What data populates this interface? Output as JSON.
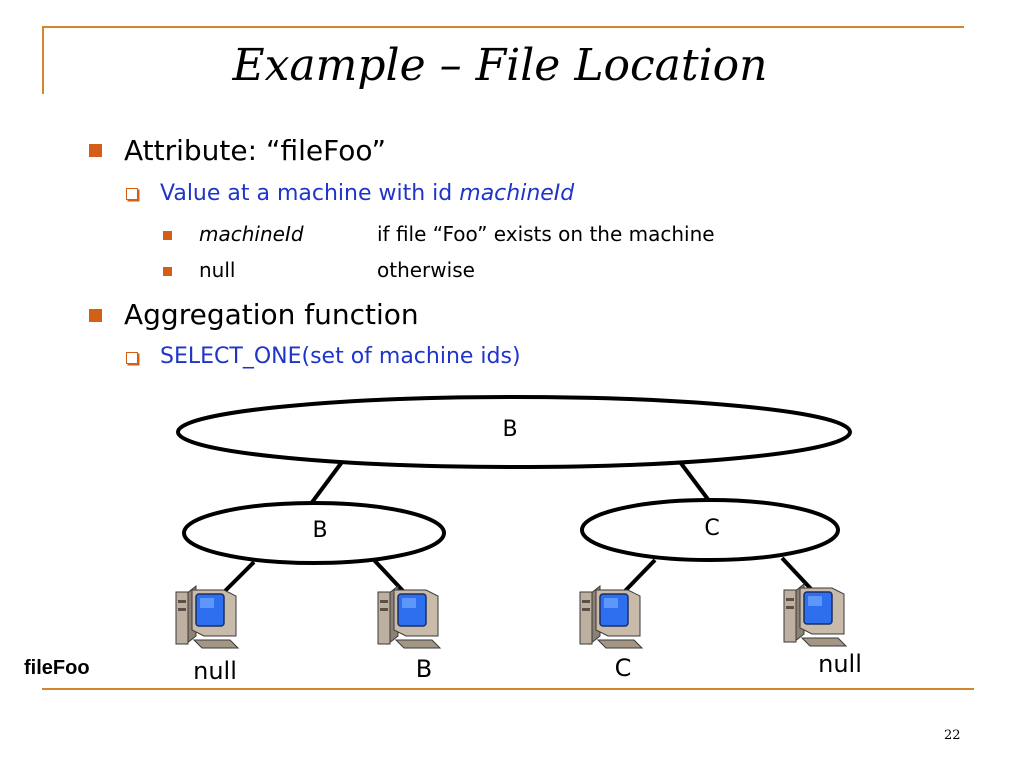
{
  "slide": {
    "title": "Example – File Location",
    "page_number": "22"
  },
  "bullets": {
    "attribute": "Attribute: “fileFoo”",
    "value_prefix": "Value at a machine with id ",
    "value_var": "machineId",
    "case1_value": "machineId",
    "case1_condition": "if file “Foo” exists on the machine",
    "case2_value": "null",
    "case2_condition": "otherwise",
    "aggregation": "Aggregation function",
    "select_one": "SELECT_ONE(set of machine ids)"
  },
  "tree": {
    "root_label": "B",
    "left_label": "B",
    "right_label": "C",
    "row_label": "fileFoo",
    "leaves": [
      "null",
      "B",
      "C",
      "null"
    ],
    "icon": "computer-icon"
  },
  "colors": {
    "accent_orange": "#d35f17",
    "line_orange": "#d2862c",
    "sub_bullet_blue": "#1f34c9",
    "monitor_blue": "#2e6ff0"
  }
}
